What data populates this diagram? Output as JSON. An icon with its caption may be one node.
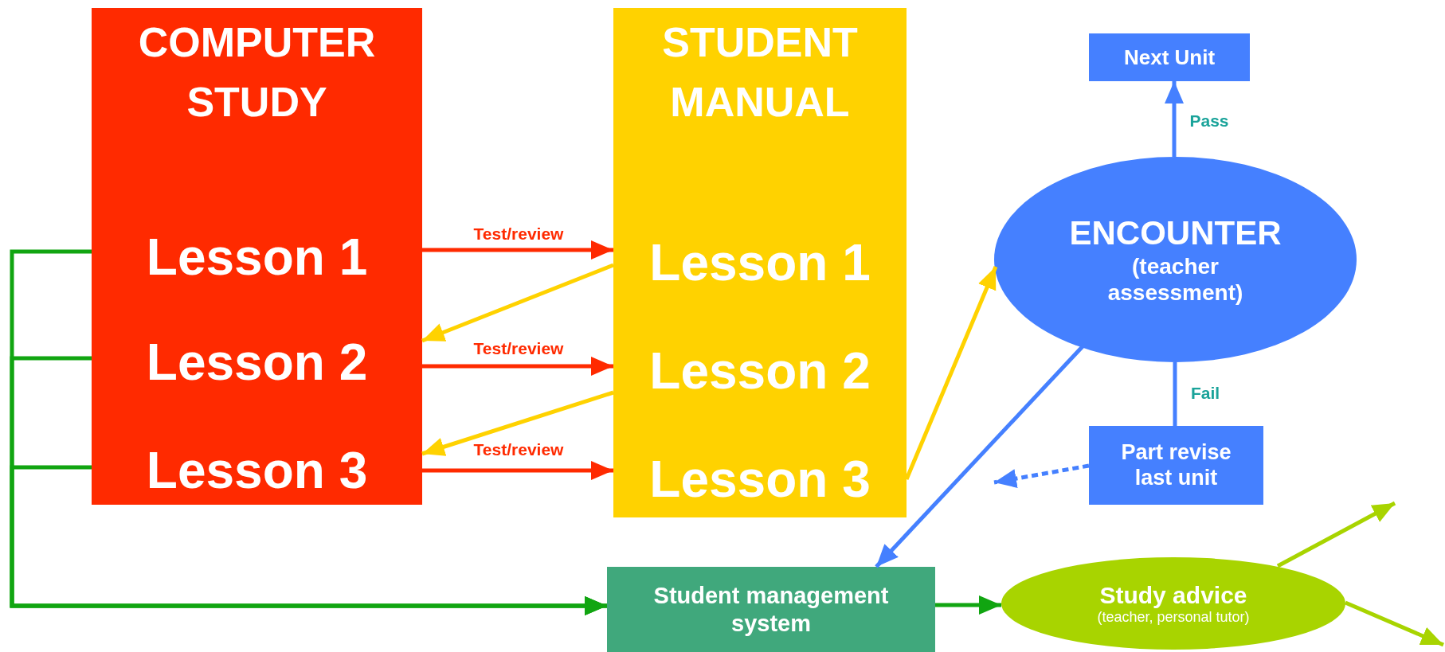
{
  "diagram": {
    "nodes": [
      {
        "text": [
          "COMPUTER STUDY"
        ]
      },
      {
        "text": [
          "Lesson 1"
        ],
        "in": 0
      },
      {
        "text": [
          "Lesson 2"
        ],
        "in": 0
      },
      {
        "text": [
          "Lesson 3"
        ],
        "in": 0
      },
      {
        "text": [
          "STUDENT MANUAL"
        ]
      },
      {
        "text": [
          "Lesson 1"
        ],
        "in": 4
      },
      {
        "text": [
          "Lesson 2"
        ],
        "in": 4
      },
      {
        "text": [
          "Lesson 3"
        ],
        "in": 4
      },
      {
        "text": [
          "Next Unit"
        ]
      },
      {
        "text": [
          "ENCOUNTER",
          "(teacher assessment)"
        ]
      },
      {
        "text": [
          "Part revise last unit"
        ]
      },
      {
        "text": [
          "Student management system"
        ]
      },
      {
        "text": [
          "Study advice",
          "(teacher, personal tutor)"
        ]
      }
    ],
    "edges": [
      {
        "from": 1,
        "to": 5,
        "arrow": "to",
        "label": "Test/review",
        "color": "#ff2a00"
      },
      {
        "from": 5,
        "to": 2,
        "arrow": "to",
        "color": "#ffd200"
      },
      {
        "from": 2,
        "to": 6,
        "arrow": "to",
        "label": "Test/review",
        "color": "#ff2a00"
      },
      {
        "from": 6,
        "to": 3,
        "arrow": "to",
        "color": "#ffd200"
      },
      {
        "from": 3,
        "to": 7,
        "arrow": "to",
        "label": "Test/review",
        "color": "#ff2a00"
      },
      {
        "from": 7,
        "to": 9,
        "arrow": "to",
        "color": "#ffd200"
      },
      {
        "from": 9,
        "to": 8,
        "arrow": "to",
        "label": "Pass",
        "color": "#4580ff"
      },
      {
        "from": 9,
        "to": 10,
        "arrow": "none",
        "label": "Fail",
        "color": "#4580ff"
      },
      {
        "from": 10,
        "to": null,
        "arrow": "to",
        "style": "dashed",
        "color": "#4580ff"
      },
      {
        "from": 9,
        "to": 11,
        "arrow": "to",
        "color": "#4580ff"
      },
      {
        "from": 1,
        "to": 11,
        "arrow": "to",
        "color": "#11a511"
      },
      {
        "from": 2,
        "to": 11,
        "arrow": "to",
        "color": "#11a511"
      },
      {
        "from": 3,
        "to": 11,
        "arrow": "to",
        "color": "#11a511"
      },
      {
        "from": 11,
        "to": 12,
        "arrow": "to",
        "color": "#11a511"
      },
      {
        "from": 12,
        "to": null,
        "arrow": "to",
        "color": "#a8d400"
      },
      {
        "from": 12,
        "to": null,
        "arrow": "to",
        "color": "#a8d400"
      }
    ]
  }
}
